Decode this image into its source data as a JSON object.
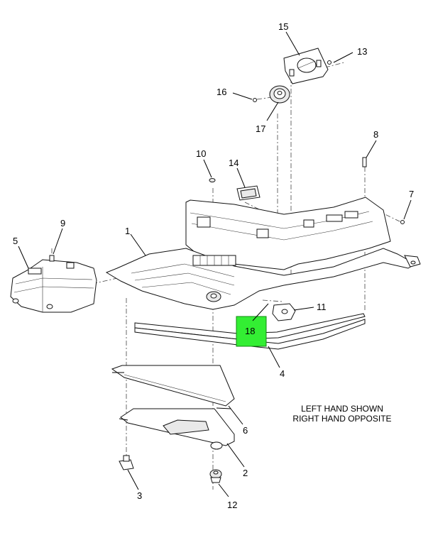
{
  "callouts": {
    "c1": "1",
    "c2": "2",
    "c3": "3",
    "c4": "4",
    "c5": "5",
    "c6": "6",
    "c7": "7",
    "c8": "8",
    "c9": "9",
    "c10": "10",
    "c11": "11",
    "c12": "12",
    "c13": "13",
    "c14": "14",
    "c15": "15",
    "c16": "16",
    "c17": "17",
    "c18": "18"
  },
  "note": {
    "line1": "LEFT HAND SHOWN",
    "line2": "RIGHT HAND OPPOSITE"
  },
  "highlight_color": "#33ee33"
}
